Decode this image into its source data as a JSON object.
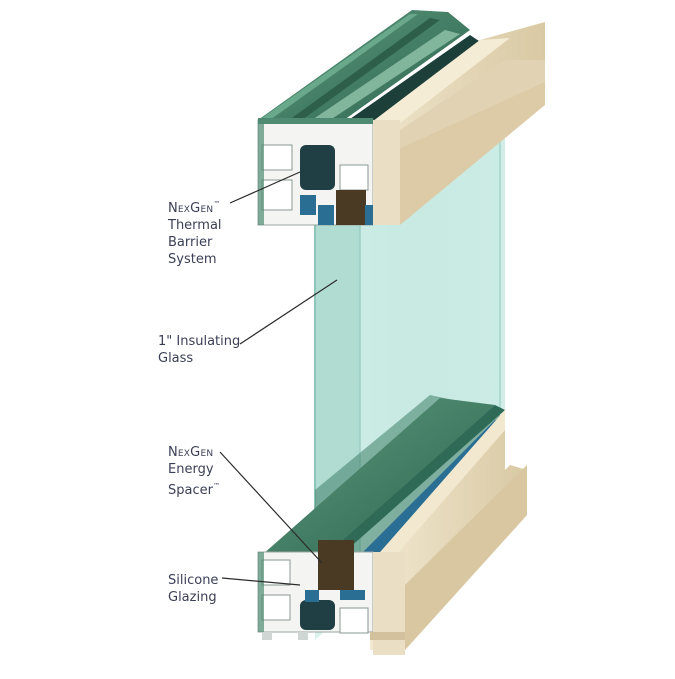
{
  "callouts": [
    {
      "id": "thermal-barrier",
      "lines": [
        {
          "parts": [
            {
              "text": "NexGen",
              "style": "sc"
            },
            {
              "text": "™",
              "style": "tm"
            }
          ]
        },
        {
          "parts": [
            {
              "text": "Thermal"
            }
          ]
        },
        {
          "parts": [
            {
              "text": "Barrier"
            }
          ]
        },
        {
          "parts": [
            {
              "text": "System"
            }
          ]
        }
      ]
    },
    {
      "id": "insulating-glass",
      "lines": [
        {
          "parts": [
            {
              "text": "1\" Insulating"
            }
          ]
        },
        {
          "parts": [
            {
              "text": "Glass"
            }
          ]
        }
      ]
    },
    {
      "id": "energy-spacer",
      "lines": [
        {
          "parts": [
            {
              "text": "NexGen",
              "style": "sc"
            }
          ]
        },
        {
          "parts": [
            {
              "text": "Energy"
            }
          ]
        },
        {
          "parts": [
            {
              "text": "Spacer"
            },
            {
              "text": "™",
              "style": "tm"
            }
          ]
        }
      ]
    },
    {
      "id": "silicone-glazing",
      "lines": [
        {
          "parts": [
            {
              "text": "Silicone"
            }
          ]
        },
        {
          "parts": [
            {
              "text": "Glazing"
            }
          ]
        }
      ]
    }
  ],
  "colors": {
    "frame_green": "#3e7a62",
    "frame_beige": "#e8dcc0",
    "glass": "#bfe3dc",
    "spacer": "#4a3a24",
    "thermal_break": "#1e5a8a",
    "label_text": "#3a3f55"
  }
}
